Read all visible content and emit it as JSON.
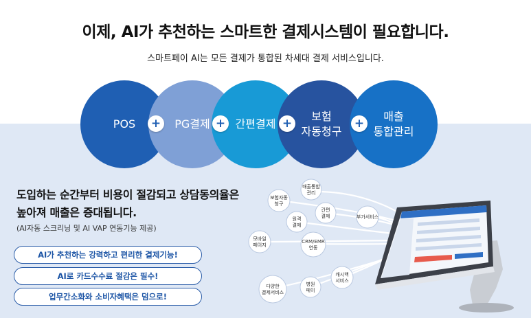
{
  "header": {
    "title": "이제, AI가 추천하는 스마트한 결제시스템이 필요합니다.",
    "subtitle": "스마트페이 AI는 모든 결제가 통합된 차세대 결제 서비스입니다."
  },
  "services": [
    {
      "label": "POS"
    },
    {
      "label": "PG결제"
    },
    {
      "label": "간편결제"
    },
    {
      "label": "보험\n자동청구"
    },
    {
      "label": "매출\n통합관리"
    }
  ],
  "plus_symbol": "+",
  "benefits": {
    "lead_line1": "도입하는 순간부터 비용이 절감되고 상담동의율은",
    "lead_line2": "높아져 매출은 증대됩니다.",
    "note": "(AI자동 스크리닝 및 AI VAP 연동기능 제공)",
    "pills": [
      "AI가 추천하는 강력하고 편리한 결제기능!",
      "AI로 카드수수료 절감은 필수!",
      "업무간소화와 소비자혜택은 덤으로!"
    ]
  },
  "network": {
    "nodes": [
      {
        "line1": "매출통합",
        "line2": "관리"
      },
      {
        "line1": "보험자동",
        "line2": "청구"
      },
      {
        "line1": "간편",
        "line2": "결제"
      },
      {
        "line1": "부가서비스",
        "line2": ""
      },
      {
        "line1": "원격",
        "line2": "결제"
      },
      {
        "line1": "모바일",
        "line2": "페이지"
      },
      {
        "line1": "CRM/EMR",
        "line2": "연동"
      },
      {
        "line1": "캐시백",
        "line2": "서비스"
      },
      {
        "line1": "병원",
        "line2": "페이"
      },
      {
        "line1": "다양한",
        "line2": "결제서비스"
      }
    ]
  },
  "colors": {
    "circle1": "#1f5fb3",
    "circle2": "#7fa0d6",
    "circle3": "#189ad6",
    "circle4": "#27539f",
    "circle5": "#1771c6",
    "lower_background": "#dfe8f5",
    "pill_border": "#2a5ca8"
  }
}
